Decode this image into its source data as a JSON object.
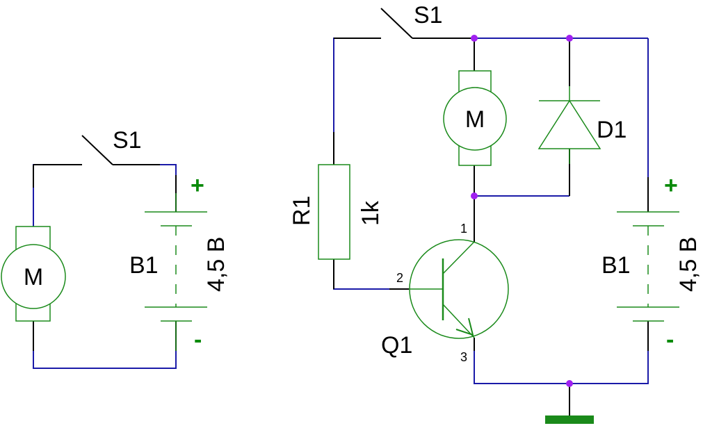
{
  "colors": {
    "wire": "#1a1aa8",
    "lead": "#000000",
    "component": "#1a8a1a",
    "junction": "#a020f0",
    "ground": "#1a8a1a",
    "plus": "#0a8a0a",
    "minus": "#0a8a0a"
  },
  "left_circuit": {
    "switch_label": "S1",
    "motor_label": "M",
    "battery_label": "B1",
    "battery_value": "4,5 B",
    "plus": "+",
    "minus": "-"
  },
  "right_circuit": {
    "switch_label": "S1",
    "motor_label": "M",
    "diode_label": "D1",
    "resistor_label": "R1",
    "resistor_value": "1k",
    "transistor_label": "Q1",
    "pin_collector": "1",
    "pin_base": "2",
    "pin_emitter": "3",
    "battery_label": "B1",
    "battery_value": "4,5 B",
    "plus": "+",
    "minus": "-"
  }
}
